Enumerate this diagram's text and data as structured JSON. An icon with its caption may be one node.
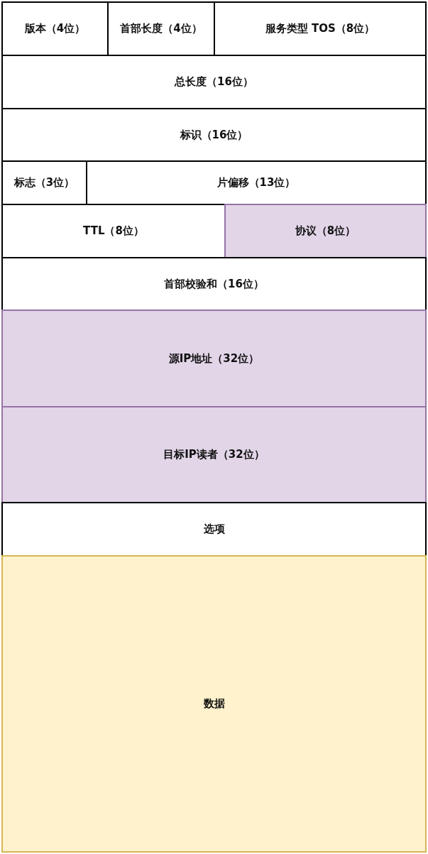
{
  "diagram": {
    "nodes": [
      {
        "text": [
          "版本（4位）"
        ]
      },
      {
        "text": [
          "首部长度（4位）"
        ]
      },
      {
        "text": [
          "服务类型 TOS（8位）"
        ]
      },
      {
        "text": [
          "总长度（16位）"
        ]
      },
      {
        "text": [
          "标识（16位）"
        ]
      },
      {
        "text": [
          "标志（3位）"
        ]
      },
      {
        "text": [
          "片偏移（13位）"
        ]
      },
      {
        "text": [
          "TTL（8位）"
        ]
      },
      {
        "text": [
          "协议（8位）"
        ]
      },
      {
        "text": [
          "首部校验和（16位）"
        ]
      },
      {
        "text": [
          "源IP地址（32位）"
        ]
      },
      {
        "text": [
          "目标IP读者（32位）"
        ]
      },
      {
        "text": [
          "选项"
        ]
      },
      {
        "text": [
          "数据"
        ]
      }
    ]
  }
}
